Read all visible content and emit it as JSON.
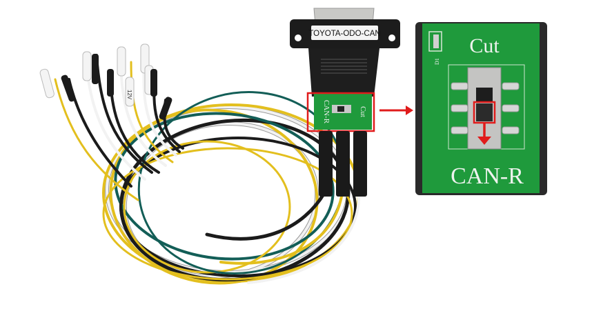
{
  "product": {
    "connector_label": "TOYOTA-ODO-CAN",
    "pcb_label_switch": "CAN-R",
    "pcb_label_cut": "Cut",
    "pcb_designator": "D1",
    "wire_tag": "12V"
  },
  "colors": {
    "highlight": "#e01b1b",
    "pcb_green": "#1f9a3c",
    "wire_yellow": "#e3bf1e",
    "wire_black": "#1b1b1b",
    "wire_white": "#f2f2f2",
    "wire_teal": "#135e57"
  }
}
